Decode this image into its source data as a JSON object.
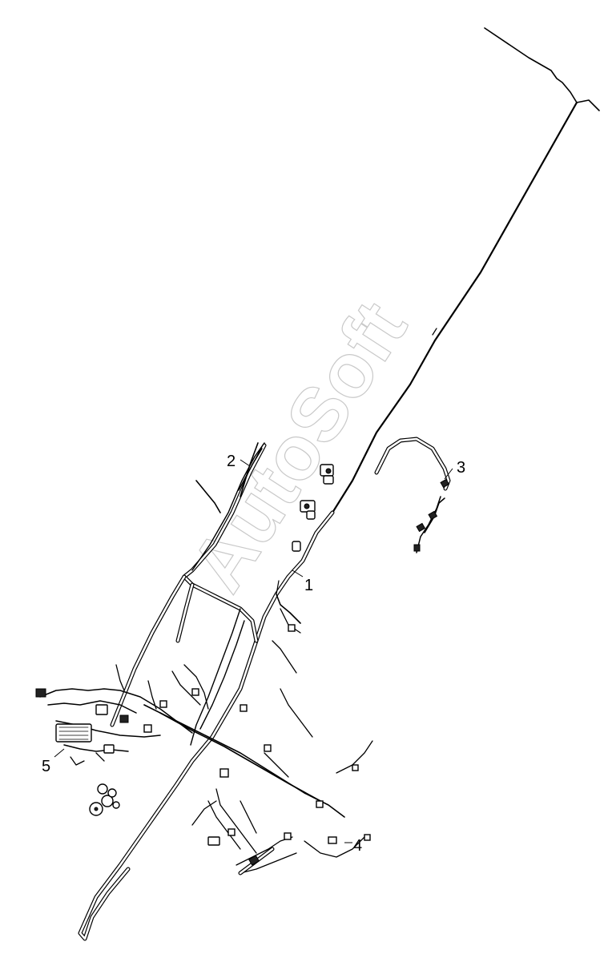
{
  "watermark": "AutoSoft",
  "callouts": [
    {
      "id": "1",
      "text": "1"
    },
    {
      "id": "2",
      "text": "2"
    },
    {
      "id": "3",
      "text": "3"
    },
    {
      "id": "4",
      "text": "4"
    },
    {
      "id": "5",
      "text": "5"
    }
  ]
}
